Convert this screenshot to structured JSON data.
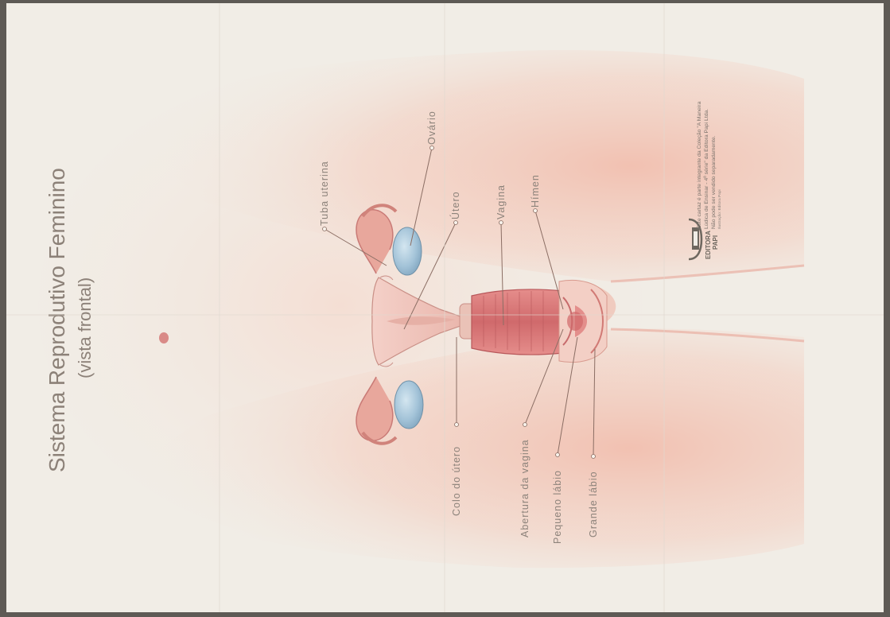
{
  "poster": {
    "title": "Sistema Reprodutivo Feminino",
    "subtitle": "(vista frontal)"
  },
  "labels": {
    "tuba_uterina": "Tuba uterina",
    "ovario": "Ovário",
    "utero": "Útero",
    "vagina": "Vagina",
    "himen": "Hímen",
    "colo_do_utero": "Colo do útero",
    "abertura_da_vagina": "Abertura da vagina",
    "pequeno_labio": "Pequeno lábio",
    "grande_labio": "Grande lábio"
  },
  "credits": {
    "line1": "Este cartaz é parte integrante da Coleção \"A Maneira",
    "line2": "Lúdica de Ensinar - 4ª série\" da Editora Papi Ltda.",
    "line3": "Não pode ser vendido separadamente.",
    "line4": "Ilustração: Editora Papi"
  },
  "publisher": {
    "name": "EDITORA",
    "name2": "PAPI"
  },
  "colors": {
    "skin": "#f4c6b6",
    "skin_deep": "#e8948a",
    "organ": "#dc8a86",
    "organ_dark": "#c85e62",
    "ovary": "#a8c8dc",
    "leader": "#8b6e64",
    "paper": "#f1ede6"
  }
}
